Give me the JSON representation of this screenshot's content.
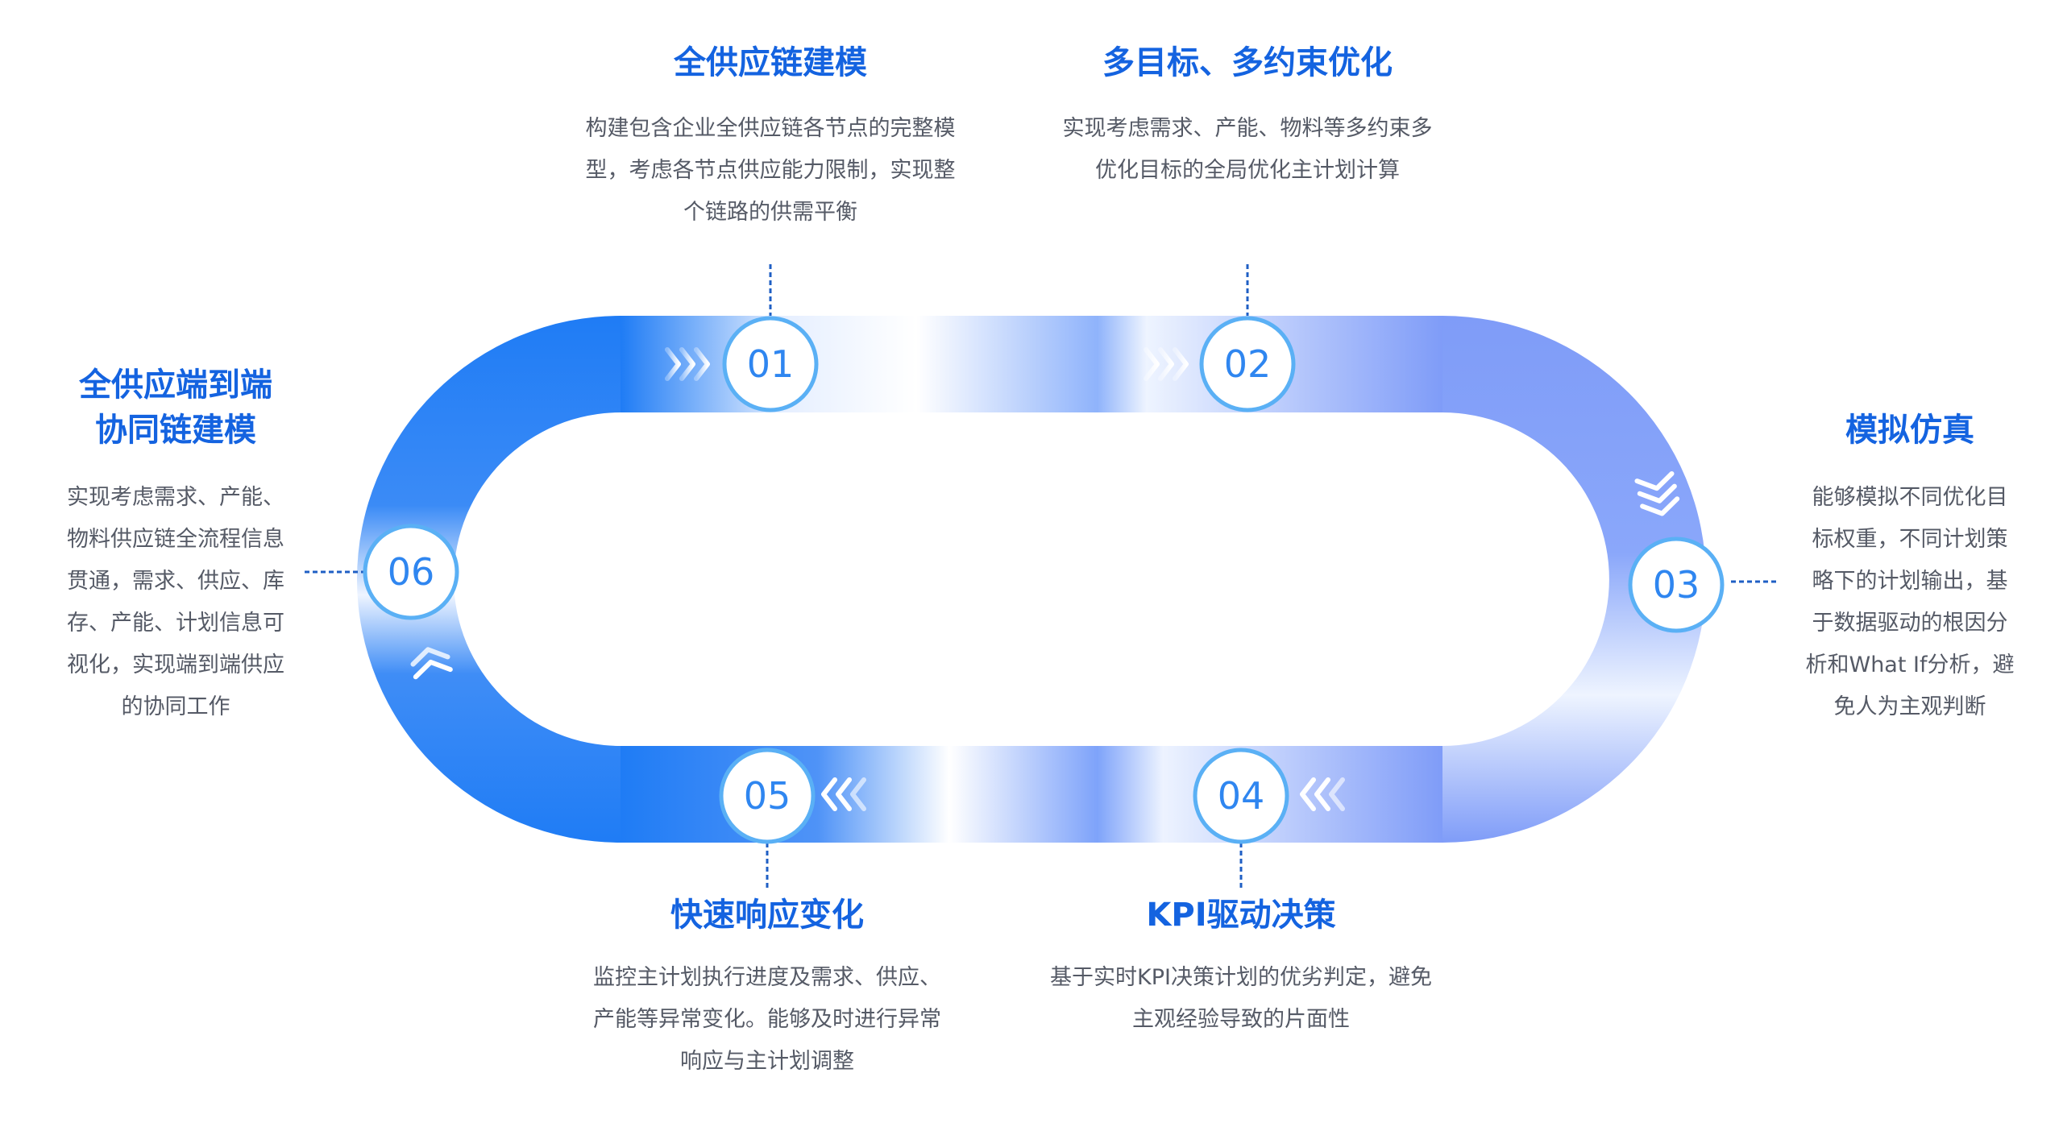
{
  "steps": [
    {
      "num": "01",
      "title": [
        "全供应链建模"
      ],
      "desc": [
        "构建包含企业全供应链各节点的完整模",
        "型，考虑各节点供应能力限制，实现整",
        "个链路的供需平衡"
      ]
    },
    {
      "num": "02",
      "title": [
        "多目标、多约束优化"
      ],
      "desc": [
        "实现考虑需求、产能、物料等多约束多",
        "优化目标的全局优化主计划计算"
      ]
    },
    {
      "num": "03",
      "title": [
        "模拟仿真"
      ],
      "desc": [
        "能够模拟不同优化目",
        "标权重，不同计划策",
        "略下的计划输出，基",
        "于数据驱动的根因分",
        "析和What If分析，避",
        "免人为主观判断"
      ]
    },
    {
      "num": "04",
      "title": [
        "KPI驱动决策"
      ],
      "desc": [
        "基于实时KPI决策计划的优劣判定，避免",
        "主观经验导致的片面性"
      ]
    },
    {
      "num": "05",
      "title": [
        "快速响应变化"
      ],
      "desc": [
        "监控主计划执行进度及需求、供应、",
        "产能等异常变化。能够及时进行异常",
        "响应与主计划调整"
      ]
    },
    {
      "num": "06",
      "title": [
        "全供应端到端",
        "协同链建模"
      ],
      "desc": [
        "实现考虑需求、产能、",
        "物料供应链全流程信息",
        "贯通，需求、供应、库",
        "存、产能、计划信息可",
        "视化，实现端到端供应",
        "的协同工作"
      ]
    }
  ],
  "colors": {
    "title": "#1463e0",
    "desc": "#555a66",
    "ring_blue": "#1f7cf5",
    "ring_violet": "#7f9cf8",
    "ring_light": "#eef4ff",
    "node_border": "#5ab0f5",
    "node_text": "#2f86f0",
    "connector": "#1f5fc4"
  }
}
